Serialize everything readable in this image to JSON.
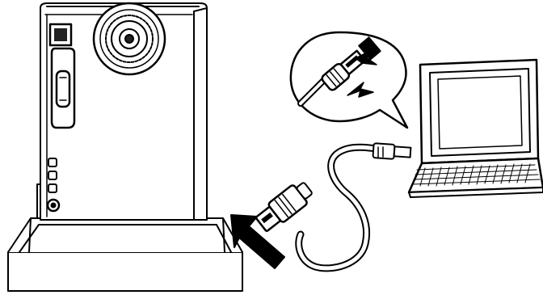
{
  "figure": {
    "description_items": [
      {
        "id": "camera-dock",
        "icon": "camcorder-on-dock"
      },
      {
        "id": "usb-cable",
        "icon": "usb-cable"
      },
      {
        "id": "computer",
        "icon": "laptop-computer"
      },
      {
        "id": "usb-plug-detail",
        "icon": "usb-plug-magnified"
      },
      {
        "id": "insert-arrow",
        "icon": "black-arrow"
      }
    ],
    "colors": {
      "line": "#000000",
      "fill": "#ffffff",
      "shade": "#1a1a1a"
    }
  }
}
